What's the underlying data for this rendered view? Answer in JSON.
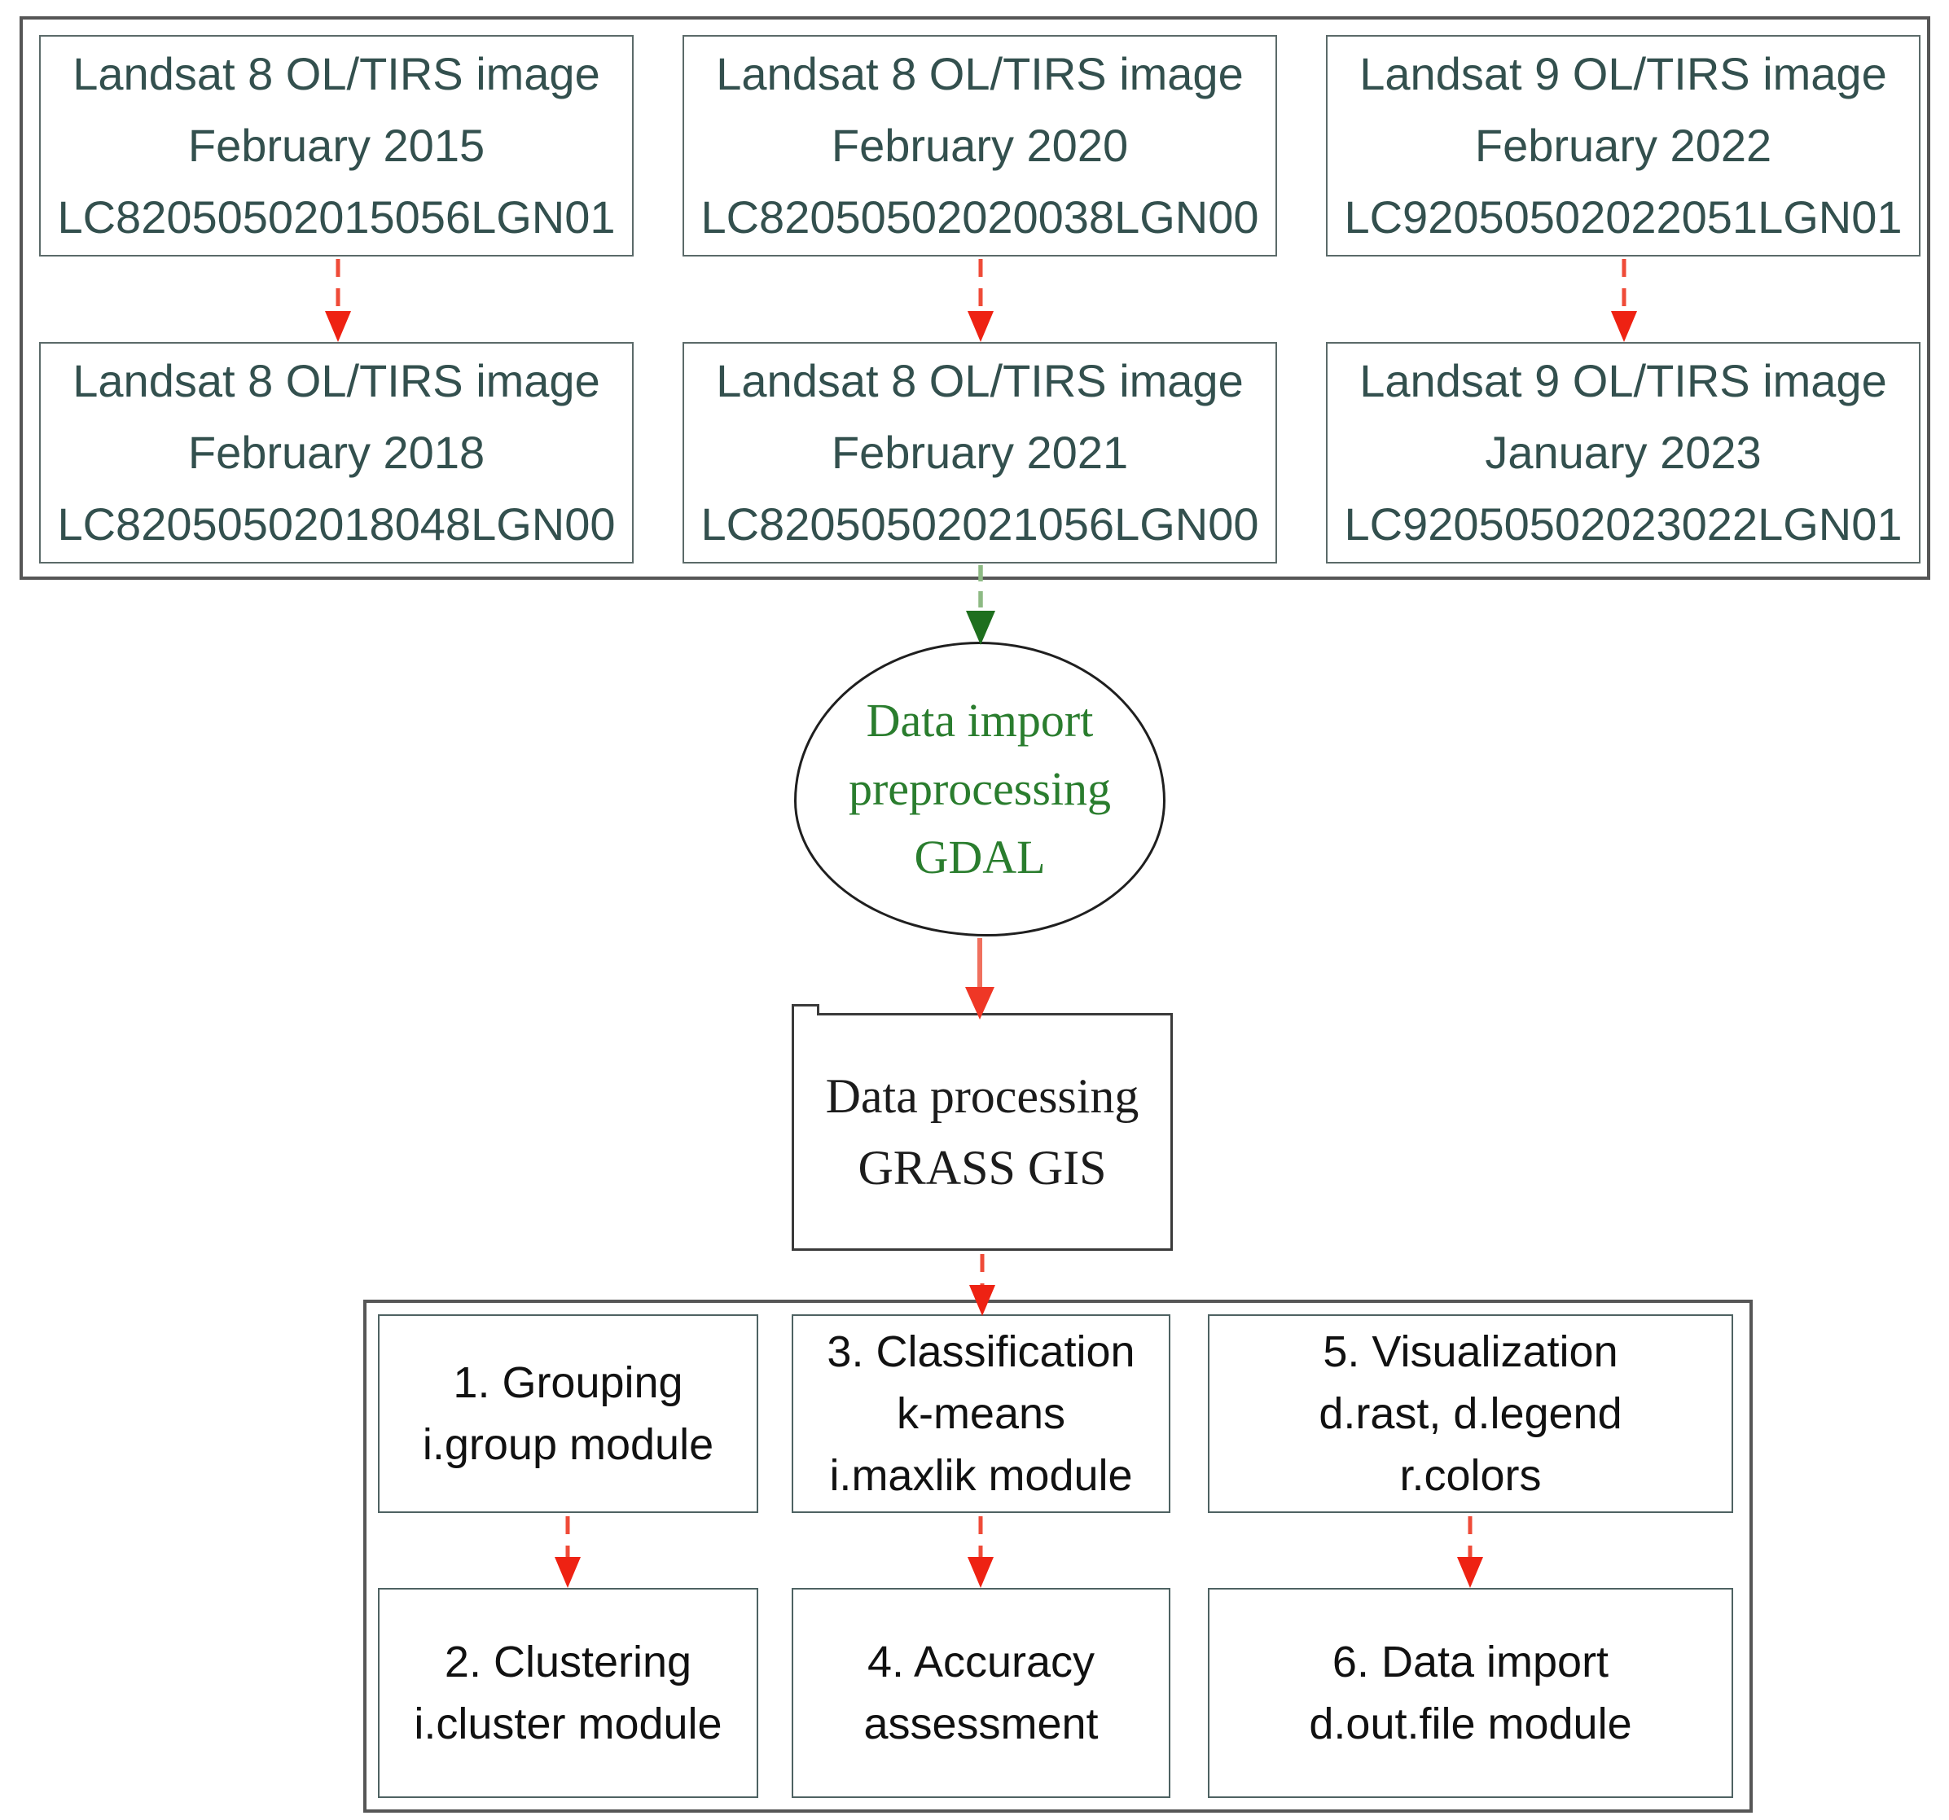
{
  "top_group": {
    "boxes": [
      {
        "lines": [
          "Landsat 8 OL/TIRS image",
          "February 2015",
          "LC82050502015056LGN01"
        ]
      },
      {
        "lines": [
          "Landsat 8 OL/TIRS image",
          "February 2020",
          "LC82050502020038LGN00"
        ]
      },
      {
        "lines": [
          "Landsat 9 OL/TIRS image",
          "February 2022",
          "LC92050502022051LGN01"
        ]
      },
      {
        "lines": [
          "Landsat 8 OL/TIRS image",
          "February 2018",
          "LC82050502018048LGN00"
        ]
      },
      {
        "lines": [
          "Landsat 8 OL/TIRS image",
          "February 2021",
          "LC82050502021056LGN00"
        ]
      },
      {
        "lines": [
          "Landsat 9 OL/TIRS image",
          "January 2023",
          "LC92050502023022LGN01"
        ]
      }
    ]
  },
  "import_node": {
    "lines": [
      "Data import",
      "preprocessing",
      "GDAL"
    ]
  },
  "processing_node": {
    "lines": [
      "Data processing",
      "GRASS GIS"
    ]
  },
  "bottom_group": {
    "boxes": [
      {
        "lines": [
          "1. Grouping",
          "i.group module"
        ]
      },
      {
        "lines": [
          "3. Classification",
          "k-means",
          "i.maxlik module"
        ]
      },
      {
        "lines": [
          "5. Visualization",
          "d.rast, d.legend",
          "r.colors"
        ]
      },
      {
        "lines": [
          "2. Clustering",
          "i.cluster module"
        ]
      },
      {
        "lines": [
          "4. Accuracy",
          "assessment"
        ]
      },
      {
        "lines": [
          "6. Data import",
          "d.out.file module"
        ]
      }
    ]
  },
  "colors": {
    "box_text": "#33504e",
    "box_border": "#5b6a69",
    "frame_border": "#565656",
    "red_dash": "#ef4b38",
    "red_head": "#ee2213",
    "salmon_line": "#f0705e",
    "salmon_head": "#ef3726",
    "green_dash": "#8dba84",
    "green_head": "#1e6f1e",
    "gdal_text": "#2a7d2e",
    "black_text": "#111111"
  }
}
